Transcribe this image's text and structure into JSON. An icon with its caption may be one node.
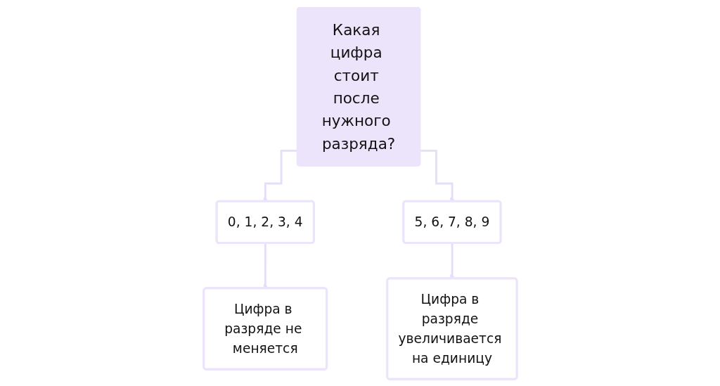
{
  "diagram": {
    "nodes": [
      {
        "text": [
          "Какая цифра стоит после нужного разряда?"
        ]
      },
      {
        "text": [
          "0, 1, 2, 3, 4"
        ]
      },
      {
        "text": [
          "5, 6, 7, 8, 9"
        ]
      },
      {
        "text": [
          "Цифра в разряде не меняется"
        ]
      },
      {
        "text": [
          "Цифра в разряде увеличивается на единицу"
        ]
      }
    ],
    "edges": [
      {
        "from": 0,
        "to": 1,
        "arrow": "to"
      },
      {
        "from": 0,
        "to": 2,
        "arrow": "to"
      },
      {
        "from": 1,
        "to": 3,
        "arrow": "to"
      },
      {
        "from": 2,
        "to": 4,
        "arrow": "to"
      }
    ]
  }
}
